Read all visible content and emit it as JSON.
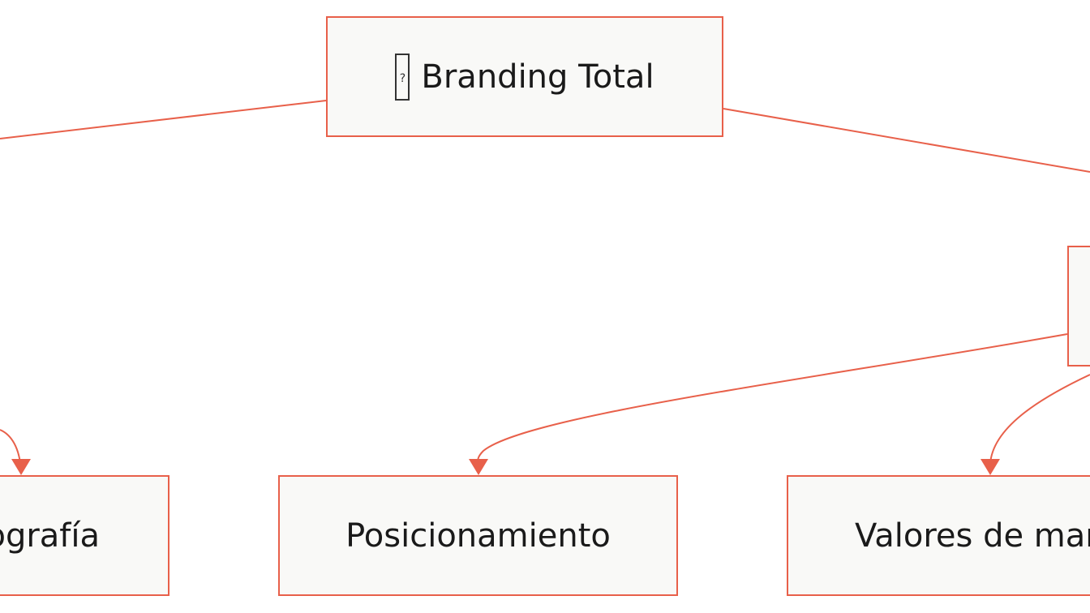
{
  "diagram": {
    "colors": {
      "edge": "#e8604a",
      "node_border": "#e8604a",
      "node_fill": "#f9f9f7",
      "text": "#1a1a1a"
    },
    "nodes": {
      "root": {
        "icon": "missing-glyph-icon",
        "label": "Branding Total"
      },
      "right_partial": {
        "label": ""
      },
      "tipografia": {
        "label": "ografía"
      },
      "posicionamiento": {
        "label": "Posicionamiento"
      },
      "valores": {
        "label": "Valores de mar"
      }
    }
  }
}
